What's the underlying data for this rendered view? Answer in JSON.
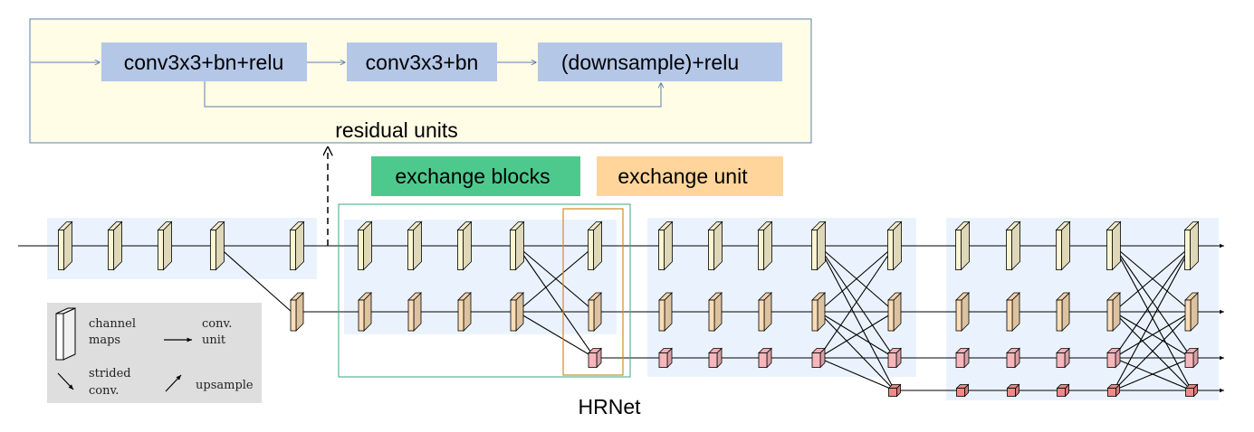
{
  "residual": {
    "box_fill": "#fffde6",
    "box_stroke": "#5b80b2",
    "step1": "conv3x3+bn+relu",
    "step2": "conv3x3+bn",
    "step3": "(downsample)+relu",
    "caption": "residual units",
    "step_fill": "#b4c7e7"
  },
  "tags": {
    "exchange_blocks": "exchange blocks",
    "exchange_blocks_fill": "#4dc98e",
    "exchange_unit": "exchange unit",
    "exchange_unit_fill": "#ffd59b"
  },
  "legend": {
    "channel_maps": [
      "channel",
      "maps"
    ],
    "conv_unit": [
      "conv.",
      "unit"
    ],
    "strided_conv": [
      "strided",
      "conv."
    ],
    "upsample": "upsample",
    "fill": "#dedede"
  },
  "title": "HRNet",
  "colors": {
    "stage_panel": "#eaf3fd",
    "branch1": "#fcf5d2",
    "branch2": "#fbdcb5",
    "branch3": "#f7b6bb",
    "branch4": "#f08a8a",
    "exchange_blocks_border": "#3aa87e",
    "exchange_unit_border": "#d28a2b"
  }
}
